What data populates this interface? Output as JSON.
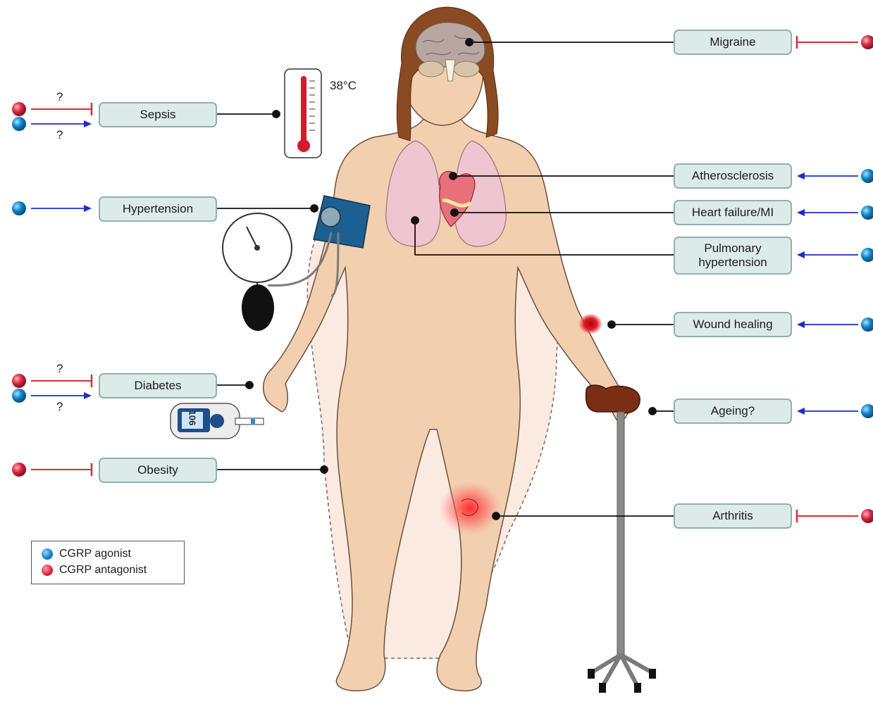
{
  "title": "",
  "thermometer": {
    "reading": "38°C"
  },
  "glucometer": {
    "reading": "106"
  },
  "left_conditions": [
    {
      "label": "Sepsis",
      "antagonist": true,
      "agonist": true,
      "uncertain": "?"
    },
    {
      "label": "Hypertension",
      "antagonist": false,
      "agonist": true
    },
    {
      "label": "Diabetes",
      "antagonist": true,
      "agonist": true,
      "uncertain": "?"
    },
    {
      "label": "Obesity",
      "antagonist": true,
      "agonist": false
    }
  ],
  "right_conditions": [
    {
      "label": "Migraine",
      "effect": "antagonist"
    },
    {
      "label": "Atherosclerosis",
      "effect": "agonist"
    },
    {
      "label": "Heart failure/MI",
      "effect": "agonist"
    },
    {
      "label": "Pulmonary hypertension",
      "effect": "agonist"
    },
    {
      "label": "Wound healing",
      "effect": "agonist"
    },
    {
      "label": "Ageing?",
      "effect": "agonist"
    },
    {
      "label": "Arthritis",
      "effect": "antagonist"
    }
  ],
  "legend": {
    "agonist": "CGRP agonist",
    "antagonist": "CGRP antagonist"
  },
  "colors": {
    "agonist": "#1e2bd0",
    "antagonist": "#e0283c",
    "label_fill": "#dcebe9",
    "skin": "#f2cfae"
  }
}
